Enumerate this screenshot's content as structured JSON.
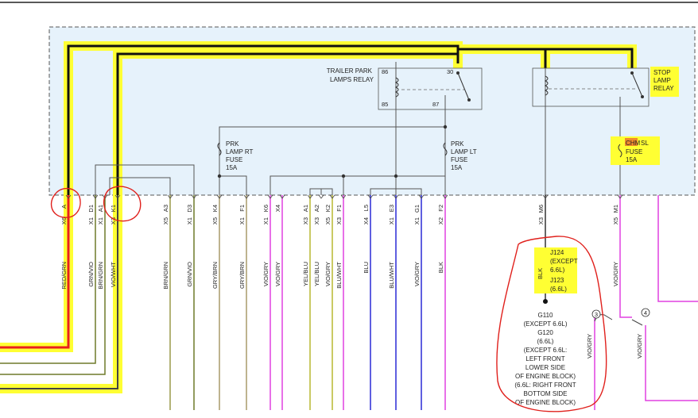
{
  "relays": {
    "trailer_park": {
      "label_line1": "TRAILER PARK",
      "label_line2": "LAMPS RELAY",
      "pin_86": "86",
      "pin_85": "85",
      "pin_30": "30",
      "pin_87": "87"
    },
    "stop_lamp": {
      "label_line1": "STOP",
      "label_line2": "LAMP",
      "label_line3": "RELAY"
    }
  },
  "fuses": {
    "prk_rt": {
      "l1": "PRK",
      "l2": "LAMP RT",
      "l3": "FUSE",
      "l4": "15A"
    },
    "prk_lt": {
      "l1": "PRK",
      "l2": "LAMP LT",
      "l3": "FUSE",
      "l4": "15A"
    },
    "chmsl": {
      "l1a": "CHM",
      "l1b": "SL",
      "l2": "FUSE",
      "l3": "15A"
    }
  },
  "pins": [
    {
      "top": "A",
      "bottom": "X6",
      "wire": "RED/GRN"
    },
    {
      "top": "D1",
      "bottom": "X1",
      "wire": "GRN/VIO"
    },
    {
      "top": "A1",
      "bottom": "X1",
      "wire": "BRN/GRN"
    },
    {
      "top": "K1",
      "bottom": "X3",
      "wire": "VIO/WHT"
    },
    {
      "top": "A3",
      "bottom": "X5",
      "wire": "BRN/GRN"
    },
    {
      "top": "D3",
      "bottom": "X1",
      "wire": "GRN/VIO"
    },
    {
      "top": "K4",
      "bottom": "X5",
      "wire": "GRY/BRN"
    },
    {
      "top": "F1",
      "bottom": "X1",
      "wire": "GRY/BRN"
    },
    {
      "top": "K6",
      "bottom": "X1",
      "wire": "VIO/GRY"
    },
    {
      "top": "X4",
      "bottom": "",
      "wire": "VIO/GRY"
    },
    {
      "top": "A1",
      "bottom": "X3",
      "wire": "YEL/BLU"
    },
    {
      "top": "A2",
      "bottom": "X3",
      "wire": "YEL/BLU"
    },
    {
      "top": "K2",
      "bottom": "X5",
      "wire": "VIO/GRY"
    },
    {
      "top": "F1",
      "bottom": "X3",
      "wire": "BLU/WHT"
    },
    {
      "top": "L5",
      "bottom": "X4",
      "wire": "BLU"
    },
    {
      "top": "E3",
      "bottom": "X1",
      "wire": "BLU/WHT"
    },
    {
      "top": "G1",
      "bottom": "X1",
      "wire": "VIO/GRY"
    },
    {
      "top": "F2",
      "bottom": "X2",
      "wire": "BLK"
    },
    {
      "top": "M6",
      "bottom": "X3",
      "wire": "VIO/GRY"
    },
    {
      "top": "M1",
      "bottom": "X5",
      "wire": "VIO/GRY"
    }
  ],
  "splice": {
    "j124_l1": "J124",
    "j124_l2": "(EXCEPT",
    "j124_l3": "6.6L)",
    "j123_l1": "J123",
    "j123_l2": "(6.6L)",
    "wire": "BLK"
  },
  "ground_note": [
    "G110",
    "(EXCEPT 6.6L)",
    "G120",
    "(6.6L)",
    "(EXCEPT 6.6L:",
    "LEFT FRONT",
    "LOWER SIDE",
    "OF ENGINE BLOCK)",
    "(6.6L: RIGHT FRONT",
    "BOTTOM SIDE",
    "OF ENGINE BLOCK)"
  ],
  "callouts": {
    "c3": "3",
    "c4": "4",
    "wire3": "VIO/GRY",
    "wire4": "VIO/GRY"
  },
  "colors": {
    "box_fill": "#e6f2fb",
    "highlight": "#ffff33",
    "red_wire": "#e8201c",
    "annotation": "#e0201c",
    "violet": "#e040e0",
    "blue": "#2a2ad6",
    "olive": "#9a9a4a"
  }
}
